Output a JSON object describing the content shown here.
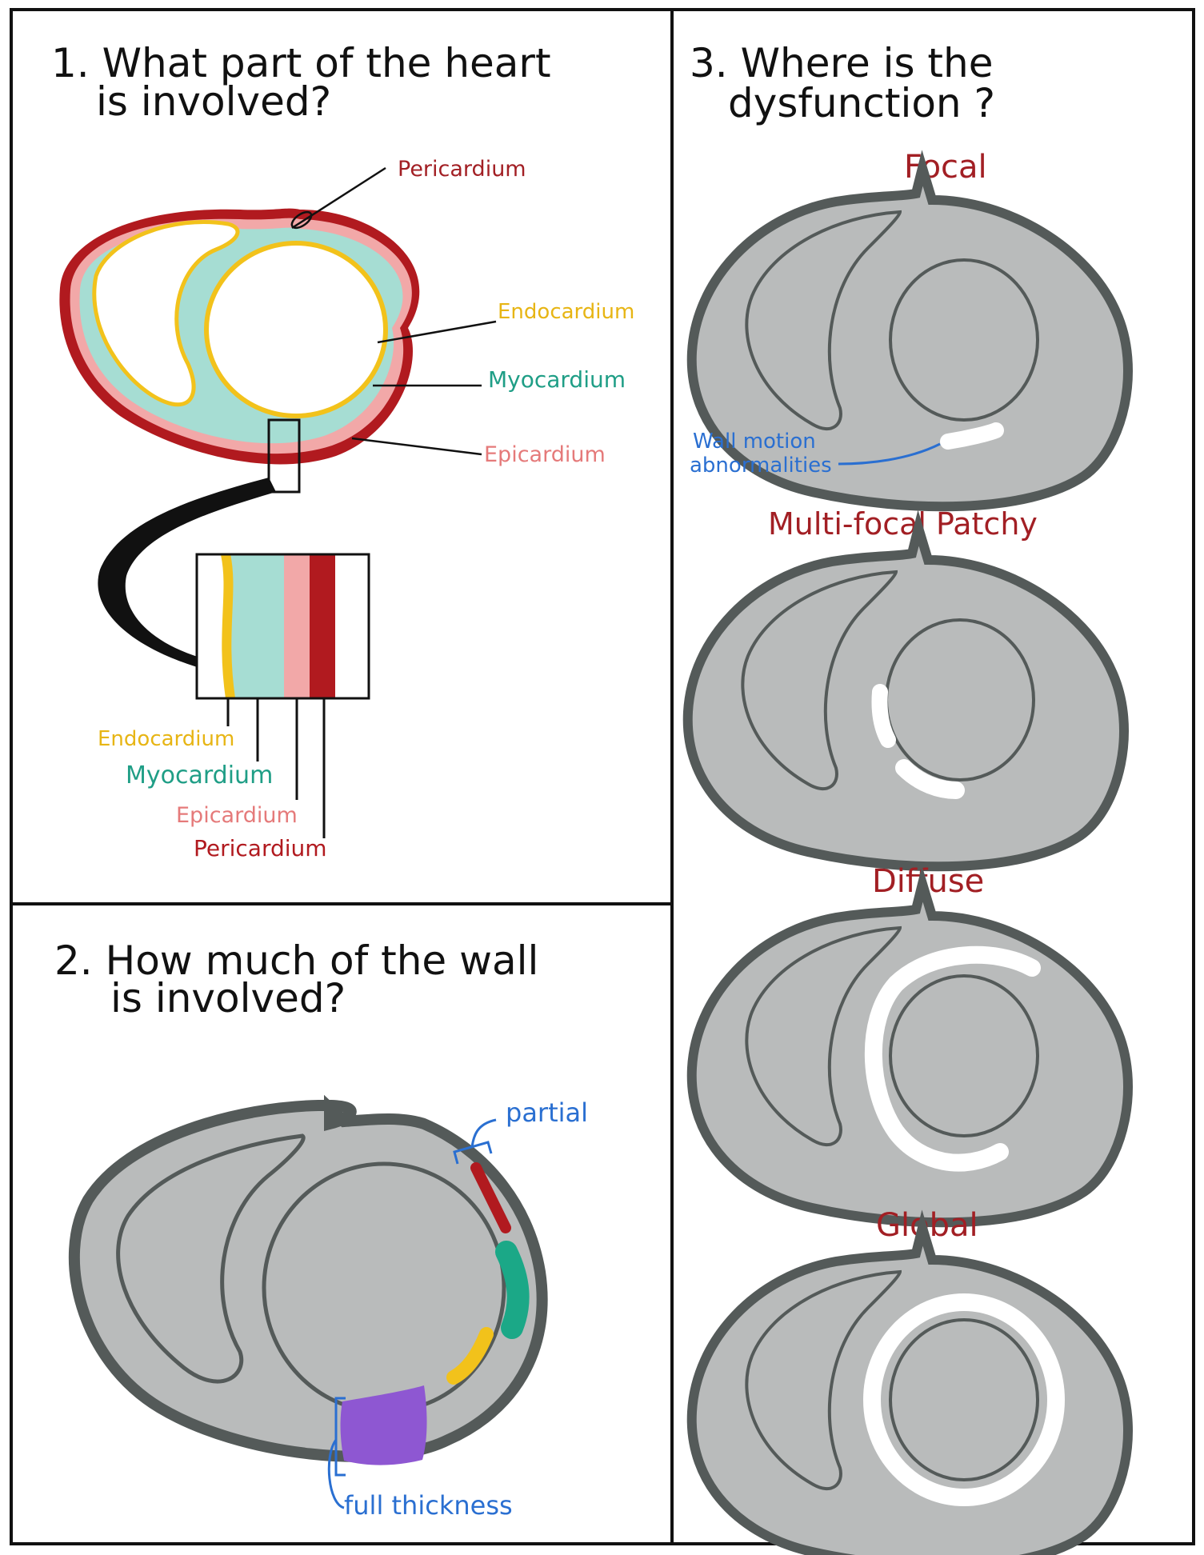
{
  "panel1": {
    "question_line1": "1. What part of the heart",
    "question_line2": "is involved?",
    "layers": {
      "pericardium": "Pericardium",
      "endocardium": "Endocardium",
      "myocardium": "Myocardium",
      "epicardium": "Epicardium"
    }
  },
  "panel2": {
    "question_line1": "2. How much of the wall",
    "question_line2": "is involved?",
    "partial_label": "partial",
    "full_label": "full thickness"
  },
  "panel3": {
    "question_line1": "3. Where is the",
    "question_line2": "dysfunction ?",
    "focal": "Focal",
    "wall_motion_line1": "Wall motion",
    "wall_motion_line2": "abnormalities",
    "multifocal": "Multi-focal  Patchy",
    "diffuse": "Diffuse",
    "global": "Global"
  },
  "colors": {
    "pericardium": "#b11a1f",
    "epicardium": "#f2a8a8",
    "myocardium": "#a6ddd3",
    "endocardium": "#f2c21b",
    "heart_fill": "#b9bbbb",
    "heart_outline": "#545a59",
    "abnormal": "#ffffff",
    "purple": "#8e57d2",
    "teal": "#1ba887",
    "annotation_blue": "#2a6fd1"
  }
}
